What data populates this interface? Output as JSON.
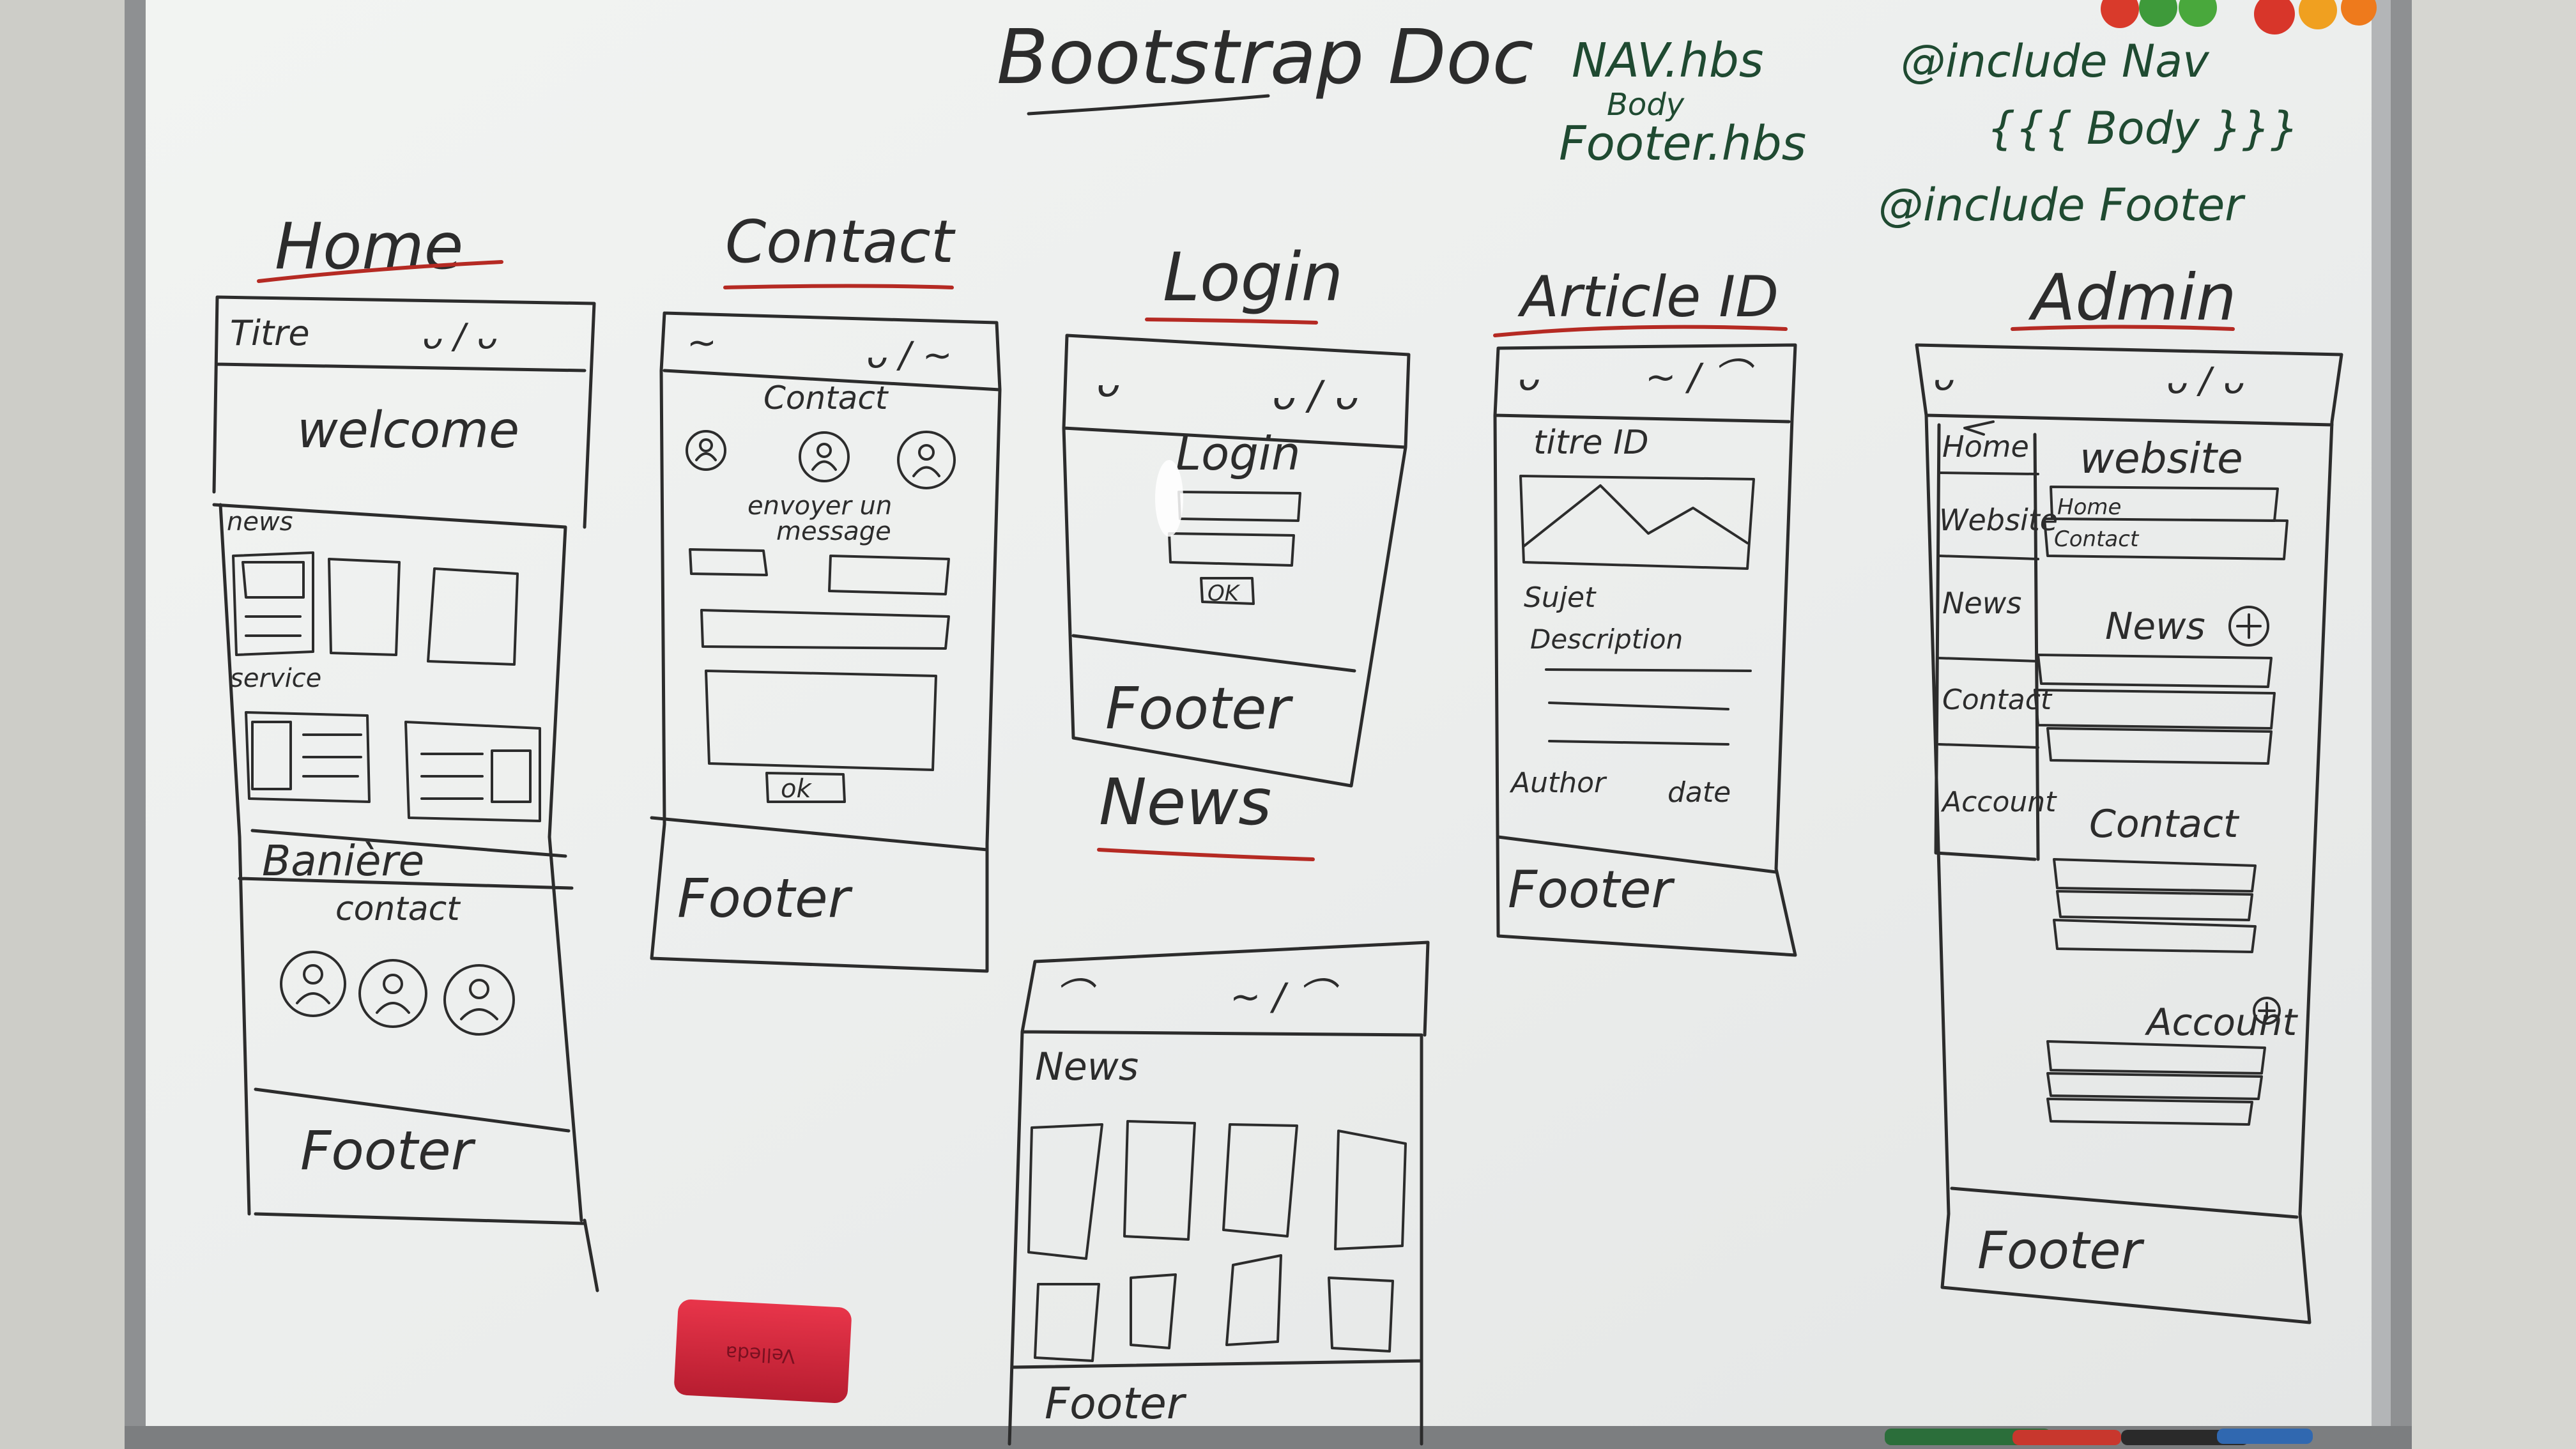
{
  "header": {
    "title": "Bootstrap Doc",
    "partials": [
      "NAV.hbs",
      "Body",
      "Footer.hbs"
    ],
    "template_lines": [
      "@include Nav",
      "{{{ Body }}}",
      "@include Footer"
    ]
  },
  "common": {
    "footer": "Footer",
    "ok": "ok"
  },
  "home": {
    "heading": "Home",
    "nav_left": "Titre",
    "nav_right": "ᴗ / ᴗ",
    "welcome": "welcome",
    "news": "news",
    "service": "service",
    "banner": "Banière",
    "contact": "contact"
  },
  "contact_page": {
    "heading": "Contact",
    "nav_left": "~",
    "nav_right": "ᴗ / ~",
    "title": "Contact",
    "message_line1": "envoyer un",
    "message_line2": "message"
  },
  "login_page": {
    "heading": "Login",
    "nav_left": "ᴗ",
    "nav_right": "ᴗ / ᴗ",
    "title": "Login",
    "ok": "OK"
  },
  "news_page": {
    "heading": "News",
    "nav_left": "⌒",
    "nav_right": "~ / ⌒",
    "title": "News"
  },
  "article_page": {
    "heading": "Article ID",
    "nav_left": "ᴗ",
    "nav_right": "~ / ⌒",
    "title": "titre ID",
    "subject": "Sujet",
    "description": "Description",
    "author": "Author",
    "date": "date"
  },
  "admin_page": {
    "heading": "Admin",
    "nav_left": "ᴗ",
    "nav_right": "ᴗ / ᴗ",
    "sidebar": [
      "Home",
      "Website",
      "News",
      "Contact",
      "Account"
    ],
    "website": "website",
    "website_rows": [
      "Home",
      "Contact"
    ],
    "news": "News",
    "contact": "Contact",
    "account": "Account"
  },
  "colors": {
    "wall": "#d9d9d4",
    "board": "#eff1ef",
    "frame": "#8e9092",
    "ink_black": "#2c2c2c",
    "ink_green": "#1f4a31",
    "ink_red": "#b52a23",
    "eraser": "#d8283c"
  }
}
